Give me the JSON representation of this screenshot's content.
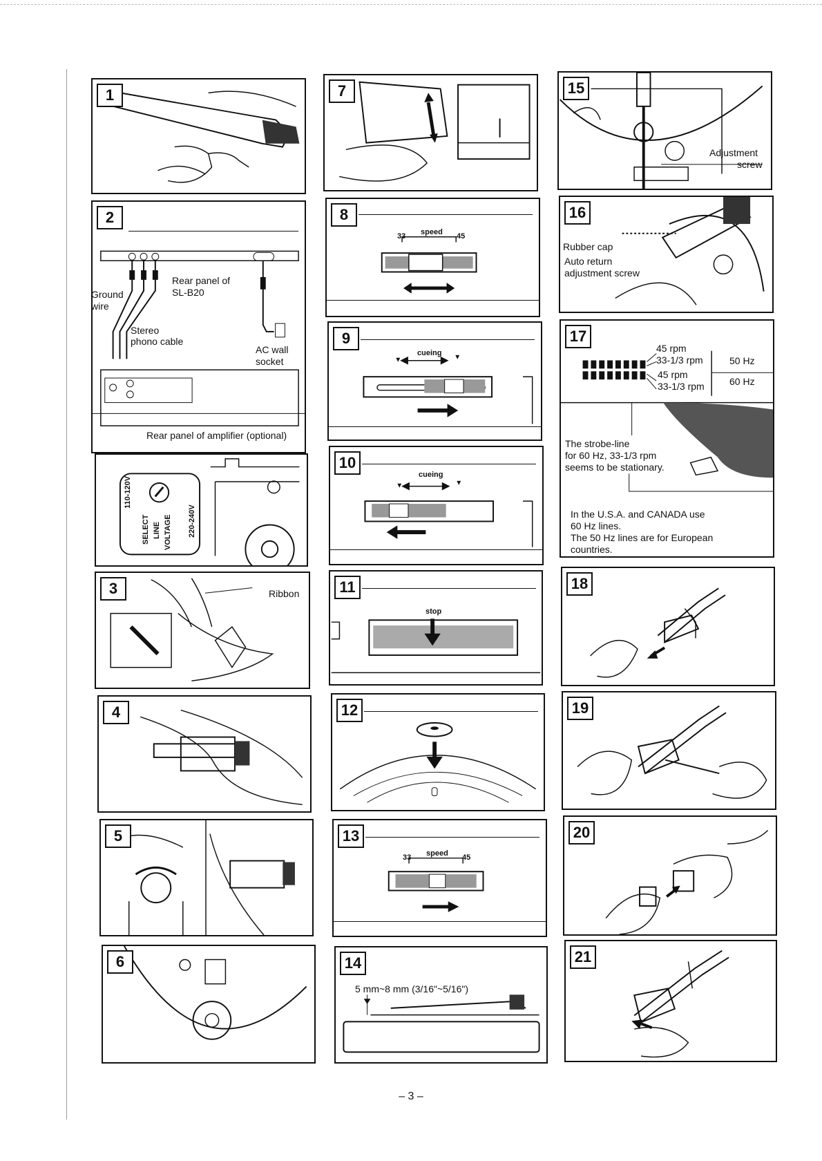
{
  "panels": [
    {
      "num": "1"
    },
    {
      "num": "2"
    },
    {
      "num": "3"
    },
    {
      "num": "4"
    },
    {
      "num": "5"
    },
    {
      "num": "6"
    },
    {
      "num": "7"
    },
    {
      "num": "8"
    },
    {
      "num": "9"
    },
    {
      "num": "10"
    },
    {
      "num": "11"
    },
    {
      "num": "12"
    },
    {
      "num": "13"
    },
    {
      "num": "14"
    },
    {
      "num": "15"
    },
    {
      "num": "16"
    },
    {
      "num": "17"
    },
    {
      "num": "18"
    },
    {
      "num": "19"
    },
    {
      "num": "20"
    },
    {
      "num": "21"
    }
  ],
  "p2": {
    "ground": "Ground",
    "wire": "wire",
    "rear_panel_of": "Rear panel of",
    "model": "SL-B20",
    "stereo": "Stereo",
    "phono_cable": "phono cable",
    "ac_wall": "AC wall",
    "socket": "socket",
    "amp_caption": "Rear panel of amplifier (optional)"
  },
  "p2b": {
    "v_low": "110-120V",
    "v_high": "220-240V",
    "select": "SELECT",
    "line": "LINE",
    "voltage": "VOLTAGE"
  },
  "p3": {
    "ribbon": "Ribbon"
  },
  "p8": {
    "left": "33",
    "mid": "speed",
    "right": "45"
  },
  "p9": {
    "cueing": "cueing"
  },
  "p10": {
    "cueing": "cueing"
  },
  "p11": {
    "stop": "stop"
  },
  "p13": {
    "left": "33",
    "mid": "speed",
    "right": "45"
  },
  "p14": {
    "measure": "5 mm~8 mm (3/16\"~5/16\")"
  },
  "p15": {
    "adj1": "Adjustment",
    "adj2": "screw"
  },
  "p16": {
    "rubber": "Rubber cap",
    "auto1": "Auto return",
    "auto2": "adjustment screw"
  },
  "p17": {
    "r1": "45 rpm",
    "r2": "33-1/3 rpm",
    "r3": "45 rpm",
    "r4": "33-1/3 rpm",
    "hz50": "50 Hz",
    "hz60": "60 Hz",
    "strobe1": "The strobe-line",
    "strobe2": "for 60 Hz, 33-1/3 rpm",
    "strobe3": "seems to be stationary.",
    "usa1": "In the U.S.A. and CANADA use",
    "usa2": "60 Hz lines.",
    "usa3": "The 50 Hz lines are for European",
    "usa4": "countries."
  },
  "page_number": "– 3 –"
}
